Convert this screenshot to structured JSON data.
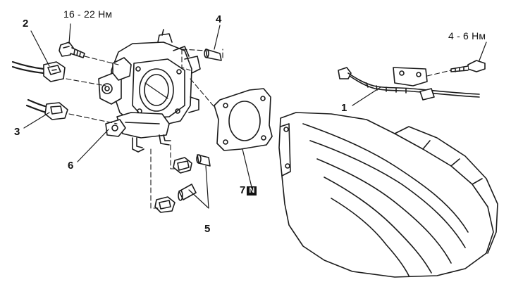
{
  "callouts": {
    "c1": "1",
    "c2": "2",
    "c3": "3",
    "c4": "4",
    "c5": "5",
    "c6": "6",
    "c7": "7",
    "c7_badge": "N"
  },
  "torque": {
    "bolt_left": "16 - 22 Нм",
    "bolt_right": "4 - 6 Нм"
  },
  "colors": {
    "line": "#1a1a1a",
    "background": "#ffffff"
  }
}
